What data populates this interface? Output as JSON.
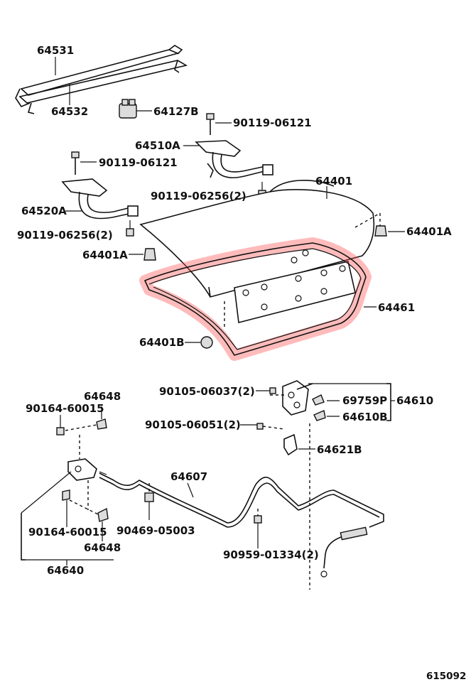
{
  "labels": {
    "p64531": "64531",
    "p64532": "64532",
    "p64127B": "64127B",
    "p90119_06121_a": "90119-06121",
    "p64510A": "64510A",
    "p90119_06121_b": "90119-06121",
    "p64401": "64401",
    "p90119_06256_a": "90119-06256(2)",
    "p64520A": "64520A",
    "p64401A_right": "64401A",
    "p90119_06256_b": "90119-06256(2)",
    "p64401A_left": "64401A",
    "p64461": "64461",
    "p64401B": "64401B",
    "p64648_top": "64648",
    "p90105_06037": "90105-06037(2)",
    "p69759P": "69759P",
    "p64610": "64610",
    "p90164_60015_top": "90164-60015",
    "p64610B": "64610B",
    "p90105_06051": "90105-06051(2)",
    "p64621B": "64621B",
    "p64607": "64607",
    "p90164_60015_bot": "90164-60015",
    "p90469_05003": "90469-05003",
    "p64648_bot": "64648",
    "p90959_01334": "90959-01334(2)",
    "p64640": "64640"
  },
  "figure_code": "615092",
  "colors": {
    "highlight": "#ff3b3b"
  }
}
